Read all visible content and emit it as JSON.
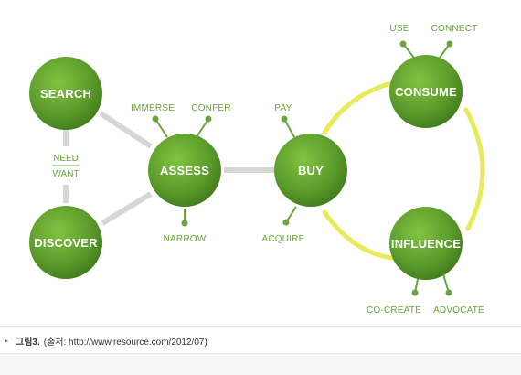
{
  "colors": {
    "node_fill": "#5a9a2a",
    "node_fill_light": "#7bbd3d",
    "connector_gray": "#d6d6d6",
    "loop_yellow": "#e8ea5a",
    "label_green": "#6aa53a"
  },
  "nodes": {
    "search": "SEARCH",
    "discover": "DISCOVER",
    "assess": "ASSESS",
    "buy": "BUY",
    "consume": "CONSUME",
    "influence": "INFLUENCE"
  },
  "need_want": {
    "need": "NEED",
    "want": "WANT"
  },
  "sub_labels": {
    "immerse": "IMMERSE",
    "confer": "CONFER",
    "narrow": "NARROW",
    "pay": "PAY",
    "acquire": "ACQUIRE",
    "use": "USE",
    "connect": "CONNECT",
    "co_create": "CO-CREATE",
    "advocate": "ADVOCATE"
  },
  "caption": {
    "bullet": "▸",
    "figure": "그림3.",
    "text": "(출처: http://www.resource.com/2012/07)"
  }
}
